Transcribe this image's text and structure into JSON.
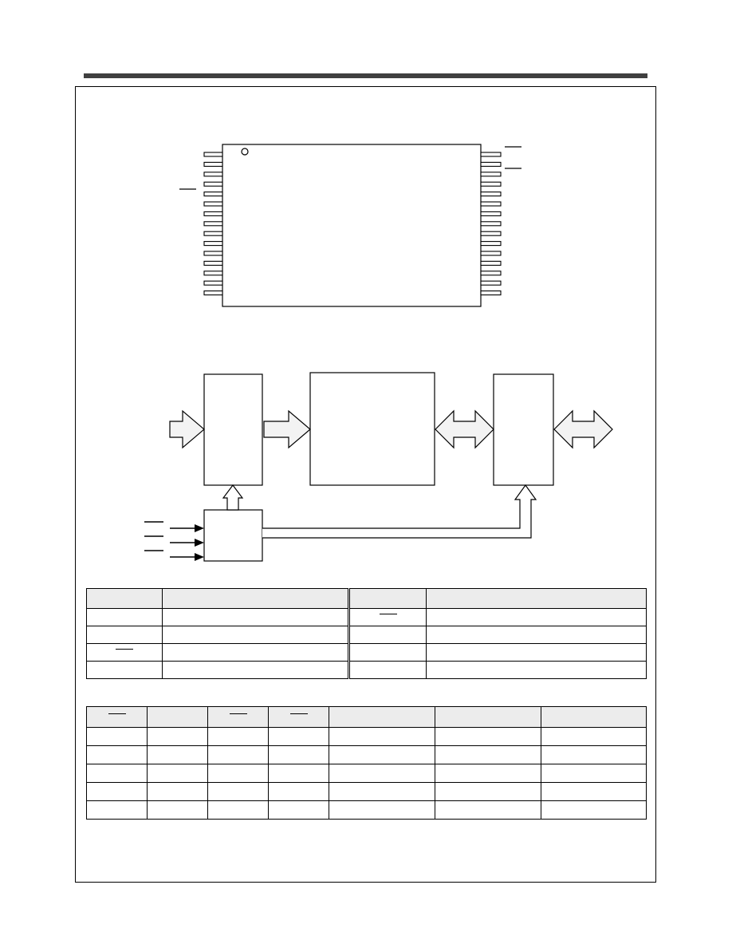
{
  "page": {
    "background": "#ffffff",
    "rule_color": "#404040",
    "line_color": "#000000",
    "header_fill": "#ececec",
    "arrow_fill": "#f3f3f3"
  },
  "pinout": {
    "left_pin_count": 15,
    "right_pin_count": 15,
    "pin1_marker": "circle-icon"
  },
  "block_diagram": {
    "blocks": [
      "left-register-block",
      "memory-array-block",
      "io-buffer-block",
      "control-logic-block"
    ],
    "control_inputs": 3
  },
  "pin_table": {
    "columns": 4,
    "rows": 4
  },
  "truth_table": {
    "columns": 7,
    "rows": 5
  }
}
